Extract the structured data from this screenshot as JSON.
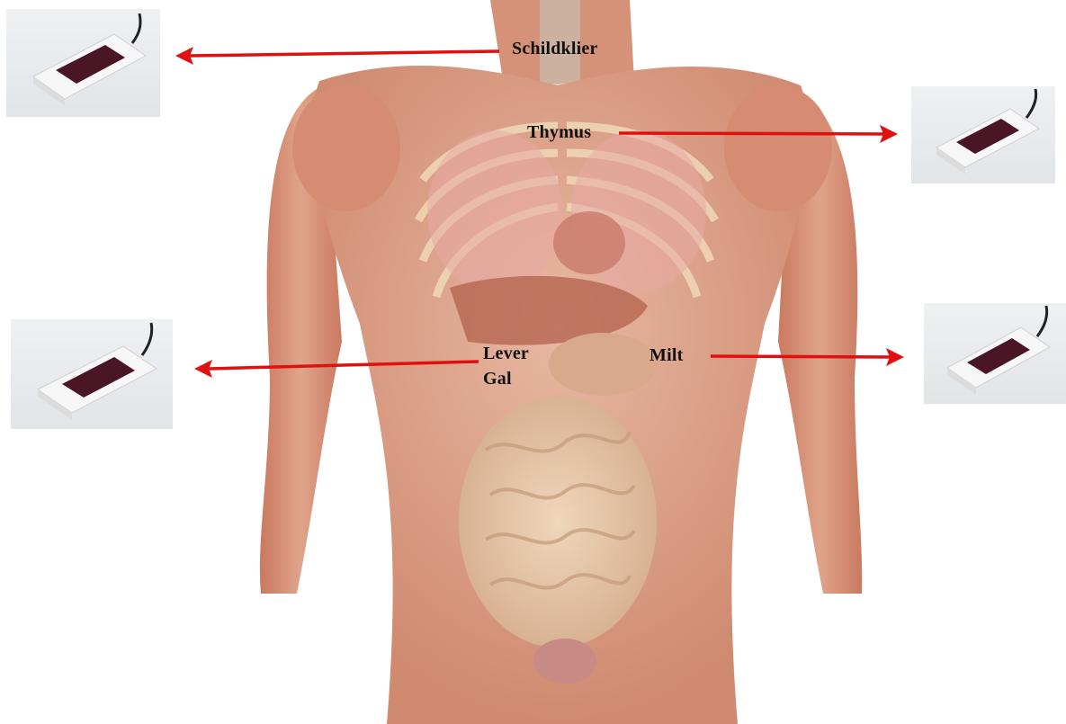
{
  "labels": {
    "thyroid": "Schildklier",
    "thymus": "Thymus",
    "liver": "Lever",
    "gallbladder": "Gal",
    "spleen": "Milt"
  },
  "colors": {
    "arrow": "#e01010",
    "skin_muscle": "#d9957a",
    "muscle_dark": "#b8654c",
    "rib": "#efd9b8",
    "intestine": "#e6c8a8",
    "device_screen": "#4a1626",
    "device_body": "#f7f7f7",
    "card_bg": "#e6e8eb"
  },
  "icons": [
    "device-icon",
    "arrow-icon",
    "anatomy-torso"
  ]
}
